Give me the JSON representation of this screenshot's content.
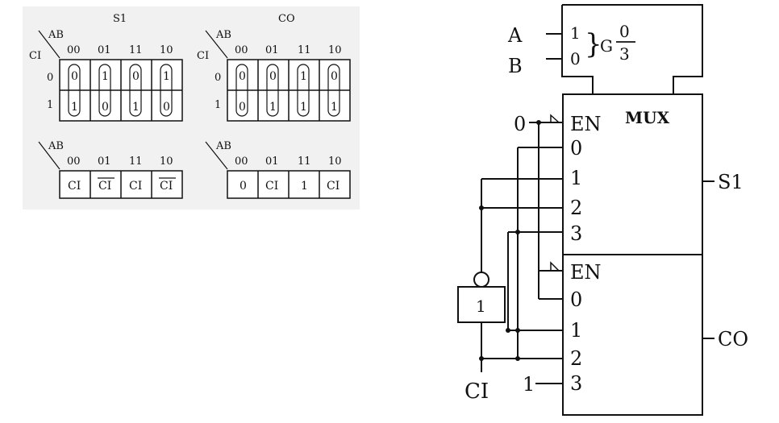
{
  "kmaps": {
    "s1": {
      "title": "S1",
      "row_var": "CI",
      "col_var": "AB",
      "cols": [
        "00",
        "01",
        "11",
        "10"
      ],
      "rows": [
        "0",
        "1"
      ],
      "cells": [
        [
          "0",
          "1",
          "0",
          "1"
        ],
        [
          "1",
          "0",
          "1",
          "0"
        ]
      ]
    },
    "co": {
      "title": "CO",
      "row_var": "CI",
      "col_var": "AB",
      "cols": [
        "00",
        "01",
        "11",
        "10"
      ],
      "rows": [
        "0",
        "1"
      ],
      "cells": [
        [
          "0",
          "0",
          "1",
          "0"
        ],
        [
          "0",
          "1",
          "1",
          "1"
        ]
      ]
    },
    "s1_reduced": {
      "col_var": "AB",
      "cols": [
        "00",
        "01",
        "11",
        "10"
      ],
      "cells": [
        "CI",
        "CI",
        "CI",
        "CI"
      ],
      "overlined": [
        false,
        true,
        false,
        true
      ]
    },
    "co_reduced": {
      "col_var": "AB",
      "cols": [
        "00",
        "01",
        "11",
        "10"
      ],
      "cells": [
        "0",
        "CI",
        "1",
        "CI"
      ]
    }
  },
  "circuit": {
    "input_a": "A",
    "input_b": "B",
    "sel_bit_1": "1",
    "sel_bit_0": "0",
    "brace": "}",
    "g_label": "G",
    "g_frac_top": "0",
    "g_frac_bottom": "3",
    "mux_label": "MUX",
    "en_label": "EN",
    "en_top_input": "0",
    "upper_inputs": [
      "0",
      "1",
      "2",
      "3"
    ],
    "lower_inputs": [
      "0",
      "1",
      "2",
      "3"
    ],
    "lower_in3_const": "1",
    "output_s1": "S1",
    "output_co": "CO",
    "inverter_label": "1",
    "ci_label": "CI"
  }
}
